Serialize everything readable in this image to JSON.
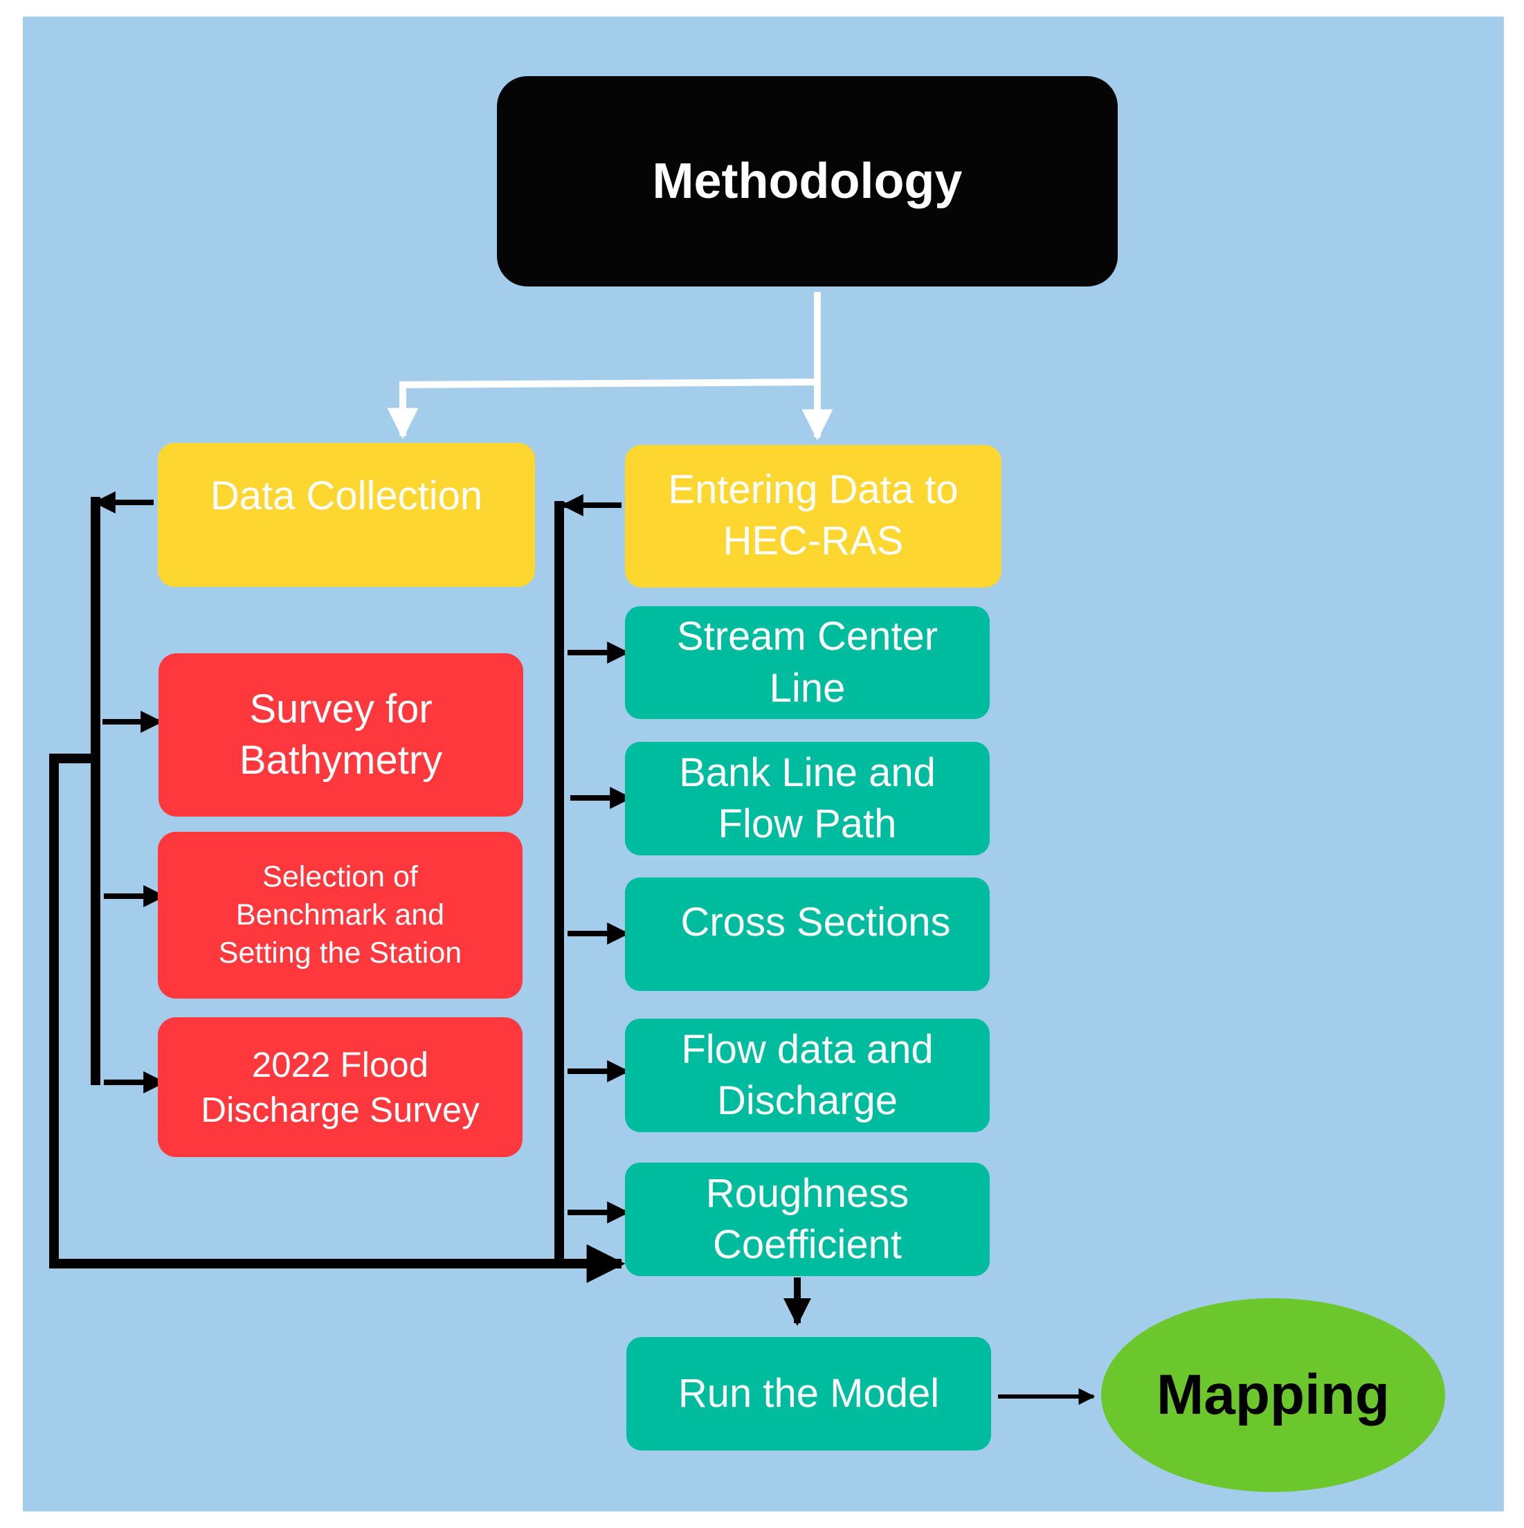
{
  "colors": {
    "background": "#a3cdeb",
    "title_box": "#050505",
    "phase_box": "#fdd62f",
    "survey_box": "#fe383d",
    "step_box": "#00bc9e",
    "result_ellipse": "#6cc72c",
    "main_connector": "#ffffff",
    "branch_connector": "#000000"
  },
  "diagram": {
    "title": "Methodology",
    "phases": {
      "data_collection": "Data Collection",
      "entering_data": "Entering Data to\nHEC-RAS"
    },
    "survey_steps": [
      "Survey for\nBathymetry",
      "Selection of\nBenchmark and\nSetting the Station",
      "2022 Flood\nDischarge Survey"
    ],
    "hecras_steps": [
      "Stream Center\nLine",
      "Bank Line and\nFlow Path",
      "Cross Sections",
      "Flow data and\nDischarge",
      "Roughness\nCoefficient"
    ],
    "run": "Run the Model",
    "result": "Mapping"
  }
}
